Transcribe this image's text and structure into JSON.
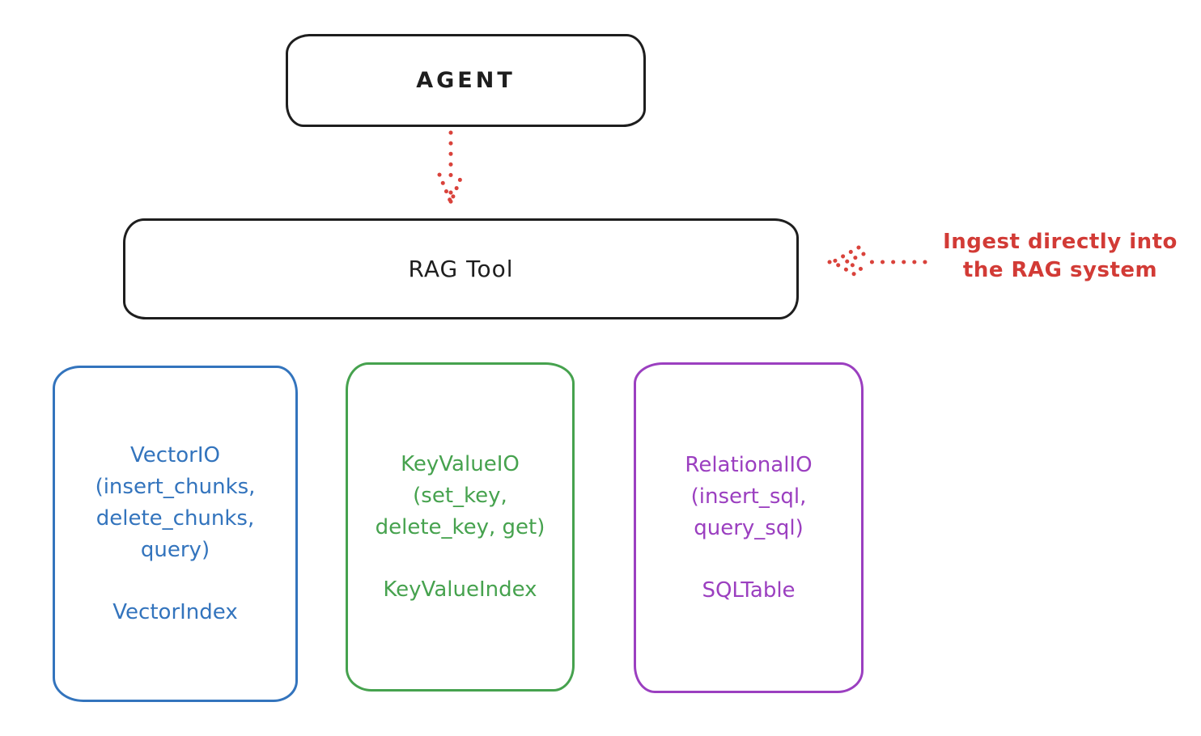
{
  "agent": {
    "label": "AGENT"
  },
  "rag_tool": {
    "label": "RAG Tool"
  },
  "annotation": {
    "line1": "Ingest directly into",
    "line2": "the RAG system"
  },
  "stores": [
    {
      "id": "vector-io",
      "lines": [
        "VectorIO",
        "(insert_chunks,",
        "delete_chunks,",
        "query)"
      ],
      "index": "VectorIndex",
      "color": "#3374bd"
    },
    {
      "id": "key-value-io",
      "lines": [
        "KeyValueIO",
        "(set_key,",
        "delete_key, get)"
      ],
      "index": "KeyValueIndex",
      "color": "#46a24e"
    },
    {
      "id": "relational-io",
      "lines": [
        "RelationalIO",
        "(insert_sql,",
        "query_sql)"
      ],
      "index": "SQLTable",
      "color": "#9b3fc0"
    }
  ],
  "colors": {
    "stroke": "#1e1e1e",
    "red": "#d9423b",
    "blue": "#3374bd",
    "green": "#46a24e",
    "purple": "#9b3fc0",
    "background": "#ffffff"
  }
}
